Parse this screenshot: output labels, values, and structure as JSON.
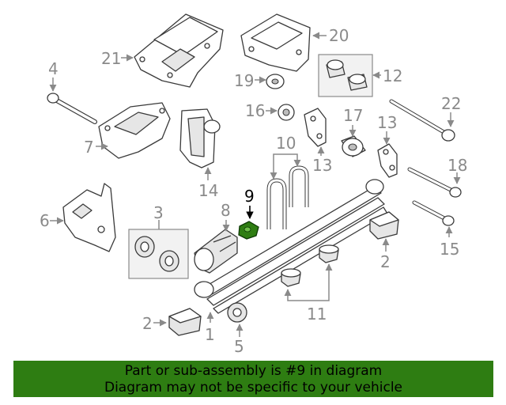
{
  "callouts": {
    "c1": "1",
    "c2a": "2",
    "c2b": "2",
    "c3": "3",
    "c4": "4",
    "c5": "5",
    "c6": "6",
    "c7": "7",
    "c8": "8",
    "c9": "9",
    "c10": "10",
    "c11": "11",
    "c12": "12",
    "c13a": "13",
    "c13b": "13",
    "c14": "14",
    "c15": "15",
    "c16": "16",
    "c17": "17",
    "c18": "18",
    "c19": "19",
    "c20": "20",
    "c21": "21",
    "c22": "22"
  },
  "highlight": {
    "part": "9",
    "color": "#2e7d12"
  },
  "banner": {
    "line1": "Part or sub-assembly is #9 in diagram",
    "line2": "Diagram may not be specific to your vehicle",
    "color": "#2e7d12"
  }
}
